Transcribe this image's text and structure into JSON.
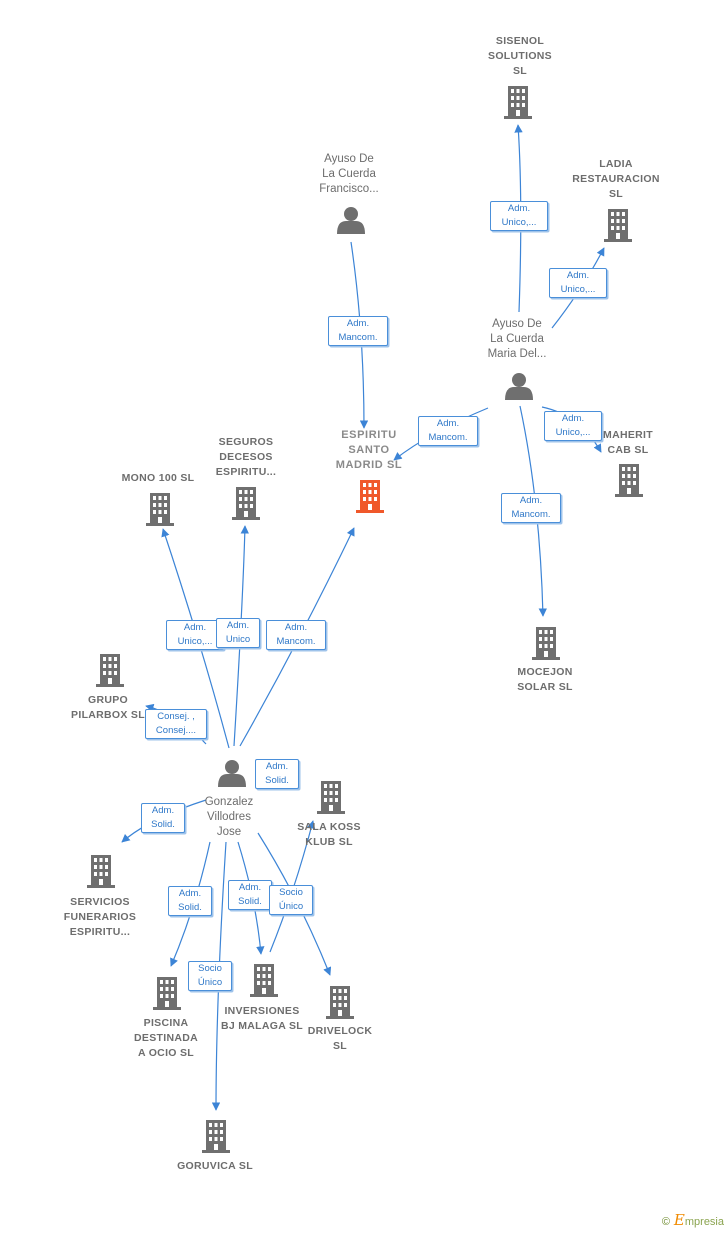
{
  "nodes": {
    "espiritu_santo": {
      "label": [
        "ESPIRITU",
        "SANTO",
        "MADRID  SL"
      ],
      "type": "company",
      "highlight": true
    },
    "ayuso_francisco": {
      "label": [
        "Ayuso De",
        "La Cuerda",
        "Francisco..."
      ],
      "type": "person"
    },
    "ayuso_maria": {
      "label": [
        "Ayuso De",
        "La Cuerda",
        "Maria Del..."
      ],
      "type": "person"
    },
    "gonzalez": {
      "label": [
        "Gonzalez",
        "Villodres",
        "Jose"
      ],
      "type": "person"
    },
    "sisenol": {
      "label": [
        "SISENOL",
        "SOLUTIONS",
        "SL"
      ],
      "type": "company"
    },
    "ladia": {
      "label": [
        "LADIA",
        "RESTAURACION",
        "SL"
      ],
      "type": "company"
    },
    "maherit": {
      "label": [
        "MAHERIT",
        "CAB  SL"
      ],
      "type": "company"
    },
    "mocejon": {
      "label": [
        "MOCEJON",
        "SOLAR  SL"
      ],
      "type": "company"
    },
    "seguros": {
      "label": [
        "SEGUROS",
        "DECESOS",
        "ESPIRITU..."
      ],
      "type": "company"
    },
    "mono100": {
      "label": [
        "MONO 100  SL"
      ],
      "type": "company"
    },
    "grupo_pilarbox": {
      "label": [
        "GRUPO",
        "PILARBOX  SL"
      ],
      "type": "company"
    },
    "servicios": {
      "label": [
        "SERVICIOS",
        "FUNERARIOS",
        "ESPIRITU..."
      ],
      "type": "company"
    },
    "piscina": {
      "label": [
        "PISCINA",
        "DESTINADA",
        "A OCIO  SL"
      ],
      "type": "company"
    },
    "inversiones": {
      "label": [
        "INVERSIONES",
        "BJ MALAGA  SL"
      ],
      "type": "company"
    },
    "drivelock": {
      "label": [
        "DRIVELOCK",
        "SL"
      ],
      "type": "company"
    },
    "sala_koss": {
      "label": [
        "SALA KOSS",
        "KLUB  SL"
      ],
      "type": "company"
    },
    "goruvica": {
      "label": [
        "GORUVICA  SL"
      ],
      "type": "company"
    }
  },
  "edges": [
    {
      "id": "e1",
      "label": [
        "Adm.",
        "Mancom."
      ]
    },
    {
      "id": "e2",
      "label": [
        "Adm.",
        "Unico,..."
      ]
    },
    {
      "id": "e3",
      "label": [
        "Adm.",
        "Unico,..."
      ]
    },
    {
      "id": "e4",
      "label": [
        "Adm.",
        "Mancom."
      ]
    },
    {
      "id": "e5",
      "label": [
        "Adm.",
        "Unico,..."
      ]
    },
    {
      "id": "e6",
      "label": [
        "Adm.",
        "Mancom."
      ]
    },
    {
      "id": "e7",
      "label": [
        "Adm.",
        "Unico,..."
      ]
    },
    {
      "id": "e8",
      "label": [
        "Adm.",
        "Unico"
      ]
    },
    {
      "id": "e9",
      "label": [
        "Adm.",
        "Mancom."
      ]
    },
    {
      "id": "e10",
      "label": [
        "Consej. ,",
        "Consej...."
      ]
    },
    {
      "id": "e11",
      "label": [
        "Adm.",
        "Solid."
      ]
    },
    {
      "id": "e12",
      "label": [
        "Adm.",
        "Solid."
      ]
    },
    {
      "id": "e13",
      "label": [
        "Adm.",
        "Solid."
      ]
    },
    {
      "id": "e14",
      "label": [
        "Adm.",
        "Solid."
      ]
    },
    {
      "id": "e15",
      "label": [
        "Socio",
        "Único"
      ]
    },
    {
      "id": "e16",
      "label": [
        "Socio",
        "Único"
      ]
    }
  ],
  "colors": {
    "edge": "#3c84d6",
    "icon": "#6f6f6f",
    "highlight": "#f0582a"
  },
  "footer": {
    "copyright": "©",
    "brand_initial": "E",
    "brand_rest": "mpresia"
  }
}
